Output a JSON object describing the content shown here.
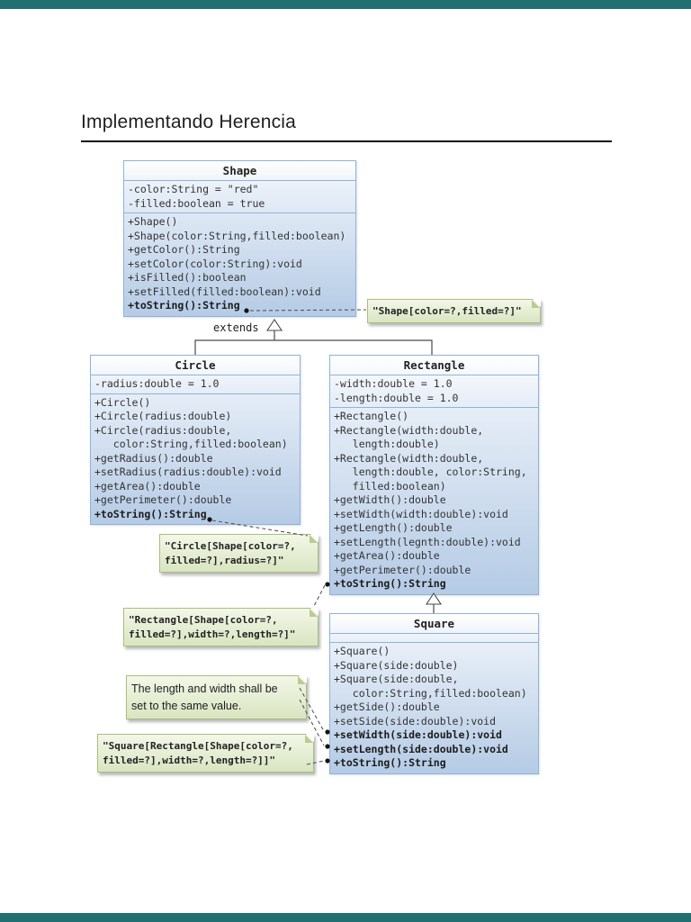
{
  "page": {
    "bar_color": "#226f6f",
    "background": "#ffffff"
  },
  "title": {
    "text": "Implementando Herencia"
  },
  "diagram": {
    "extends_label": "extends",
    "classes": [
      {
        "name": "Shape",
        "attributes": [
          {
            "text": "-color:String = \"red\""
          },
          {
            "text": "-filled:boolean = true"
          }
        ],
        "methods": [
          {
            "text": "+Shape()"
          },
          {
            "text": "+Shape(color:String,filled:boolean)"
          },
          {
            "text": "+getColor():String"
          },
          {
            "text": "+setColor(color:String):void"
          },
          {
            "text": "+isFilled():boolean"
          },
          {
            "text": "+setFilled(filled:boolean):void"
          },
          {
            "text": "+toString():String",
            "bold": true
          }
        ]
      },
      {
        "name": "Circle",
        "attributes": [
          {
            "text": "-radius:double = 1.0"
          }
        ],
        "methods": [
          {
            "text": "+Circle()"
          },
          {
            "text": "+Circle(radius:double)"
          },
          {
            "text": "+Circle(radius:double,"
          },
          {
            "text": "   color:String,filled:boolean)"
          },
          {
            "text": "+getRadius():double"
          },
          {
            "text": "+setRadius(radius:double):void"
          },
          {
            "text": "+getArea():double"
          },
          {
            "text": "+getPerimeter():double"
          },
          {
            "text": "+toString():String",
            "bold": true
          }
        ]
      },
      {
        "name": "Rectangle",
        "attributes": [
          {
            "text": "-width:double = 1.0"
          },
          {
            "text": "-length:double = 1.0"
          }
        ],
        "methods": [
          {
            "text": "+Rectangle()"
          },
          {
            "text": "+Rectangle(width:double,"
          },
          {
            "text": "   length:double)"
          },
          {
            "text": "+Rectangle(width:double,"
          },
          {
            "text": "   length:double, color:String,"
          },
          {
            "text": "   filled:boolean)"
          },
          {
            "text": "+getWidth():double"
          },
          {
            "text": "+setWidth(width:double):void"
          },
          {
            "text": "+getLength():double"
          },
          {
            "text": "+setLength(legnth:double):void"
          },
          {
            "text": "+getArea():double"
          },
          {
            "text": "+getPerimeter():double"
          },
          {
            "text": "+toString():String",
            "bold": true
          }
        ]
      },
      {
        "name": "Square",
        "attributes": [],
        "methods": [
          {
            "text": "+Square()"
          },
          {
            "text": "+Square(side:double)"
          },
          {
            "text": "+Square(side:double,"
          },
          {
            "text": "   color:String,filled:boolean)"
          },
          {
            "text": "+getSide():double"
          },
          {
            "text": "+setSide(side:double):void"
          },
          {
            "text": "+setWidth(side:double):void",
            "bold": true
          },
          {
            "text": "+setLength(side:double):void",
            "bold": true
          },
          {
            "text": "+toString():String",
            "bold": true
          }
        ]
      }
    ],
    "notes": [
      {
        "id": "shape-note",
        "lines": [
          "\"Shape[color=?,filled=?]\""
        ]
      },
      {
        "id": "circle-note",
        "lines": [
          "\"Circle[Shape[color=?,",
          "filled=?],radius=?]\""
        ]
      },
      {
        "id": "rectangle-note",
        "lines": [
          "\"Rectangle[Shape[color=?,",
          "filled=?],width=?,length=?]\""
        ]
      },
      {
        "id": "length-width-note",
        "lines": [
          "The length and width shall be",
          "set to the same value."
        ]
      },
      {
        "id": "square-note",
        "lines": [
          "\"Square[Rectangle[Shape[color=?,",
          "filled=?],width=?,length=?]]\""
        ]
      }
    ],
    "colors": {
      "box_border": "#8eb4d8",
      "box_fill_top": "#ffffff",
      "box_fill_bottom": "#b5cbe5",
      "note_border": "#a9bf7e",
      "note_fill_top": "#f3f7e8",
      "note_fill_bottom": "#d9e5c1",
      "connector": "#4a4a4a"
    }
  }
}
